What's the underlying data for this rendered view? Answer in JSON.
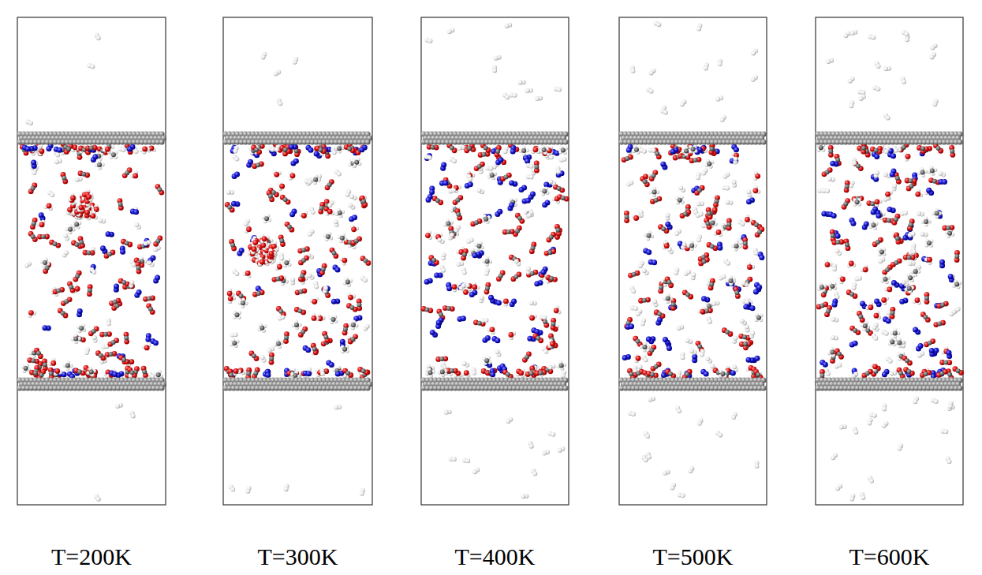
{
  "diagram": {
    "labels": [
      "T=200K",
      "T=300K",
      "T=400K",
      "T=500K",
      "T=600K"
    ]
  }
}
